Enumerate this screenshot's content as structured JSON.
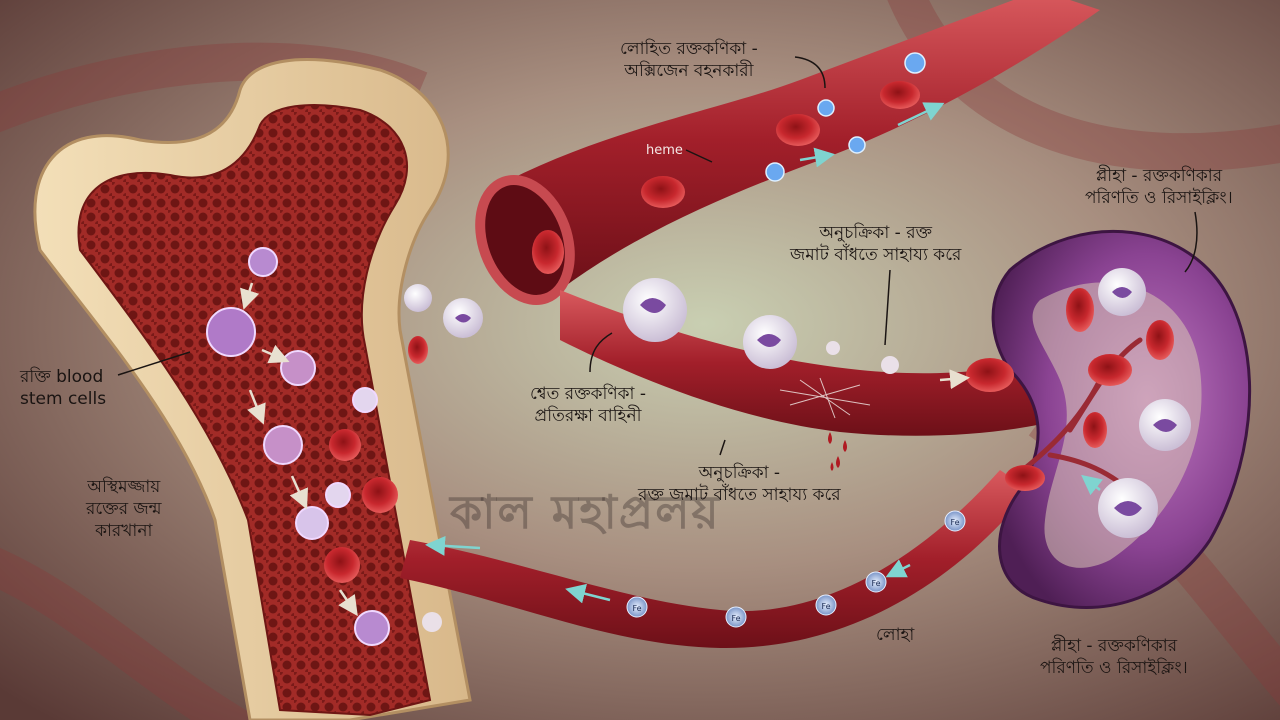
{
  "labels": {
    "rbc": [
      "লোহিত রক্তকণিকা -",
      "অক্সিজেন বহনকারী"
    ],
    "heme": "heme",
    "spleen_top": [
      "প্লীহা - রক্তকণিকার",
      "পরিণতি ও রিসাইক্লিং।"
    ],
    "platelet_top": [
      "অনুচক্রিকা - রক্ত",
      "জমাট বাঁধতে সাহায্য করে"
    ],
    "stem_cells": [
      "রক্তি blood",
      "stem cells"
    ],
    "wbc": [
      "শ্বেত রক্তকণিকা -",
      "প্রতিরক্ষা বাহিনী"
    ],
    "marrow": [
      "অস্থিমজ্জায়",
      "রক্তের জন্ম",
      "কারখানা"
    ],
    "platelet_mid": [
      "অনুচক্রিকা -",
      "রক্ত জমাট বাঁধতে সাহায্য করে"
    ],
    "iron": "লোহা",
    "spleen_bottom": [
      "প্লীহা - রক্তকণিকার",
      "পরিণতি ও রিসাইক্লিং।"
    ],
    "iron_marker": "Fe"
  },
  "watermark": "কাল মহাপ্রলয়",
  "colors": {
    "bone": "#ecd3a6",
    "marrow": "#9c2a26",
    "vessel": "#b8303a",
    "spleen": "#7b3b82",
    "rbc": "#c0252b",
    "wbc": "#ece6f0"
  }
}
